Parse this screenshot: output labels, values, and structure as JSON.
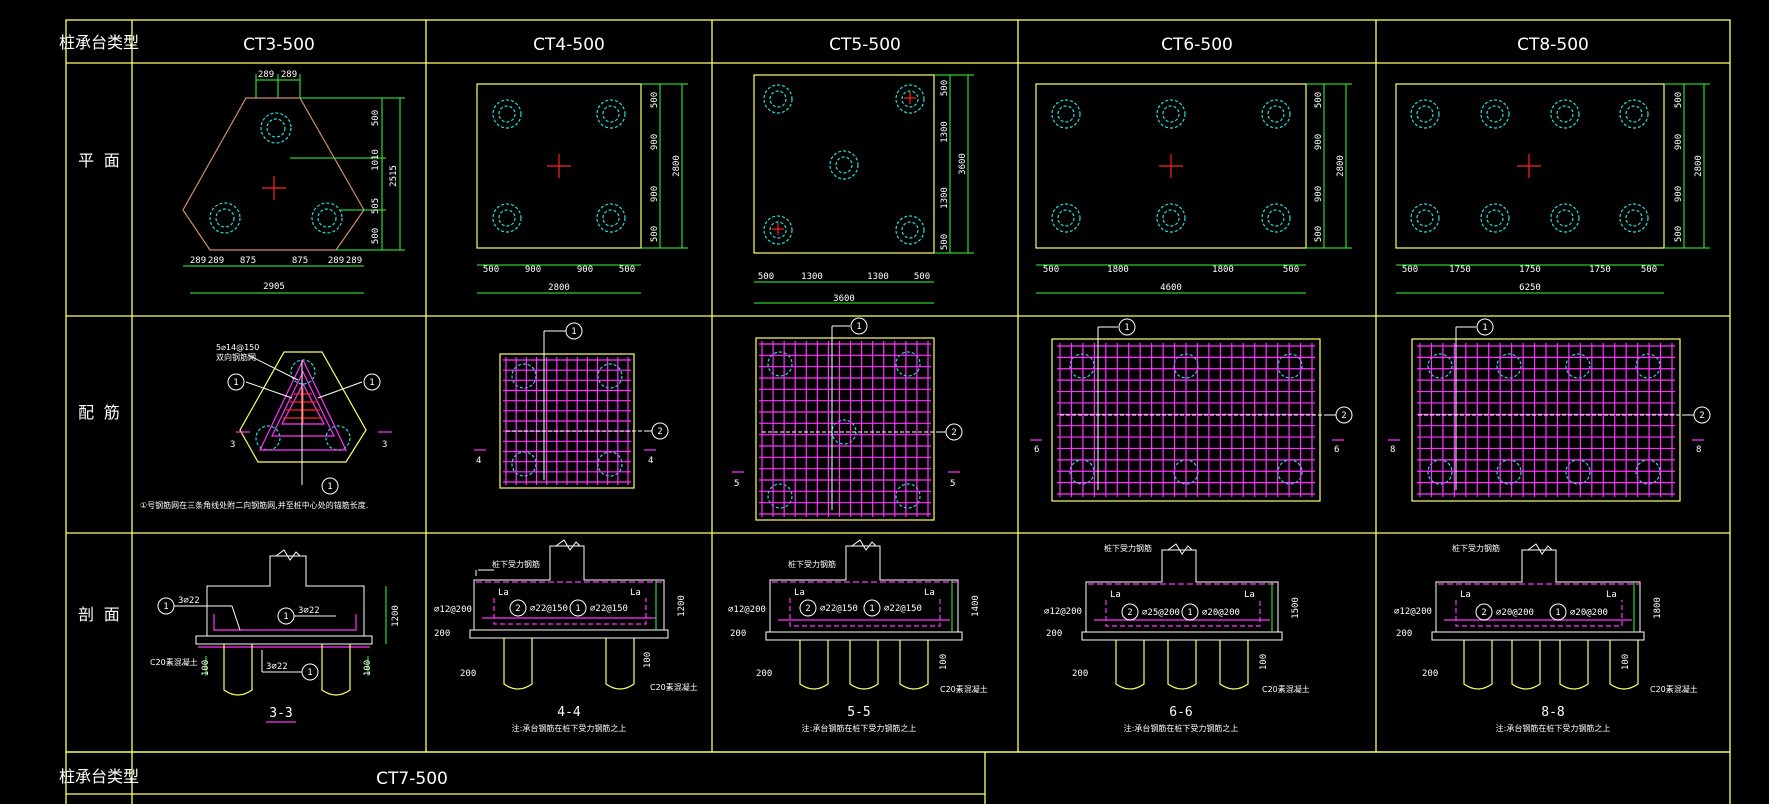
{
  "table": {
    "header_label": "桩承台类型",
    "row_labels": [
      "平 面",
      "配 筋",
      "剖 面"
    ],
    "columns": [
      "CT3-500",
      "CT4-500",
      "CT5-500",
      "CT6-500",
      "CT8-500"
    ],
    "bottom_header_label": "桩承台类型",
    "bottom_column": "CT7-500"
  },
  "plan": {
    "ct3": {
      "top_dims": [
        "289",
        "289"
      ],
      "bottom_dims": [
        "289",
        "289",
        "875",
        "875",
        "289",
        "289"
      ],
      "overall_bottom": "2905",
      "right_dims": [
        "500",
        "1010",
        "505",
        "500"
      ],
      "overall_right": "2515"
    },
    "ct4": {
      "bottom_dims": [
        "500",
        "900",
        "900",
        "500"
      ],
      "overall_bottom": "2800",
      "right_dims": [
        "500",
        "900",
        "900",
        "500"
      ],
      "overall_right": "2800"
    },
    "ct5": {
      "bottom_dims": [
        "500",
        "1300",
        "1300",
        "500"
      ],
      "overall_bottom": "3600",
      "right_dims": [
        "500",
        "1300",
        "1300",
        "500"
      ],
      "overall_right": "3600"
    },
    "ct6": {
      "bottom_dims": [
        "500",
        "1800",
        "1800",
        "500"
      ],
      "overall_bottom": "4600",
      "right_dims": [
        "500",
        "900",
        "900",
        "500"
      ],
      "overall_right": "2800"
    },
    "ct8": {
      "bottom_dims": [
        "500",
        "1750",
        "1750",
        "1750",
        "500"
      ],
      "overall_bottom": "6250",
      "right_dims": [
        "500",
        "900",
        "900",
        "500"
      ],
      "overall_right": "2800"
    }
  },
  "reinforcement": {
    "marker_1": "1",
    "marker_2": "2",
    "ct3_rebar_text": "5⌀14@150",
    "ct3_rebar_sub": "双向钢筋网",
    "ct3_note": "①号钢筋网在三条角线处附二向钢筋网,并至桩中心处的锚筋长度.",
    "section_marks": [
      "3",
      "4",
      "5",
      "6",
      "8"
    ]
  },
  "sections": {
    "titles": [
      "3-3",
      "4-4",
      "5-5",
      "6-6",
      "8-8"
    ],
    "ct3": {
      "bar1": "3⌀22",
      "bar2": "3⌀22",
      "bar3": "3⌀22",
      "height": "1200",
      "cushion": "C20素混凝土",
      "pile_dim": "100"
    },
    "ct4": {
      "top_label": "桩下受力钢筋",
      "la": "La",
      "bar2": "⌀22@150",
      "bar1": "⌀22@150",
      "side": "⌀12@200",
      "height": "1200",
      "d200a": "200",
      "d200b": "200",
      "d100": "100",
      "cushion": "C20素混凝土",
      "note": "注:承台钢筋在桩下受力钢筋之上"
    },
    "ct5": {
      "top_label": "桩下受力钢筋",
      "la": "La",
      "bar2": "⌀22@150",
      "bar1": "⌀22@150",
      "side": "⌀12@200",
      "height": "1400",
      "d200a": "200",
      "d200b": "200",
      "d100": "100",
      "cushion": "C20素混凝土",
      "note": "注:承台钢筋在桩下受力钢筋之上"
    },
    "ct6": {
      "top_label": "桩下受力钢筋",
      "la": "La",
      "bar2": "⌀25@200",
      "bar1": "⌀20@200",
      "side": "⌀12@200",
      "height": "1500",
      "d200a": "200",
      "d200b": "200",
      "d100": "100",
      "cushion": "C20素混凝土",
      "note": "注:承台钢筋在桩下受力钢筋之上"
    },
    "ct8": {
      "top_label": "桩下受力钢筋",
      "la": "La",
      "bar2": "⌀20@200",
      "bar1": "⌀20@200",
      "side": "⌀12@200",
      "height": "1800",
      "d200a": "200",
      "d200b": "200",
      "d100": "100",
      "cushion": "C20素混凝土",
      "note": "注:承台钢筋在桩下受力钢筋之上"
    }
  }
}
